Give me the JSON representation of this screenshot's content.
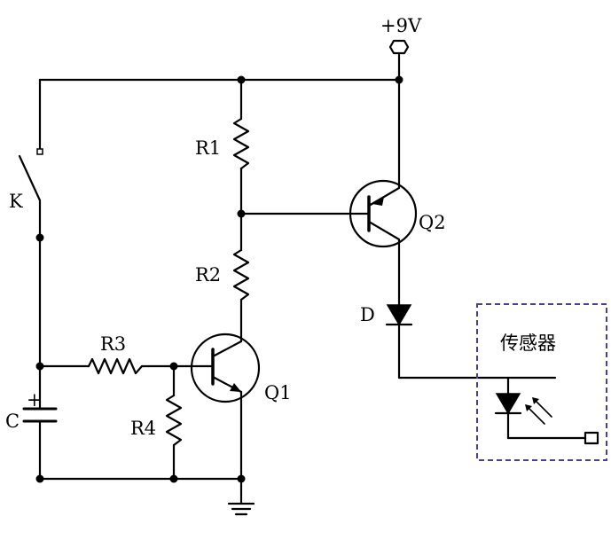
{
  "labels": {
    "supply": "+9V",
    "switch": "K",
    "capacitor": "C",
    "r1": "R1",
    "r2": "R2",
    "r3": "R3",
    "r4": "R4",
    "q1": "Q1",
    "q2": "Q2",
    "diode": "D",
    "sensor": "传感器",
    "cap_polarity": "+"
  },
  "colors": {
    "wire": "#000000",
    "sensor_box": "#4b3f8f",
    "background": "#ffffff"
  }
}
